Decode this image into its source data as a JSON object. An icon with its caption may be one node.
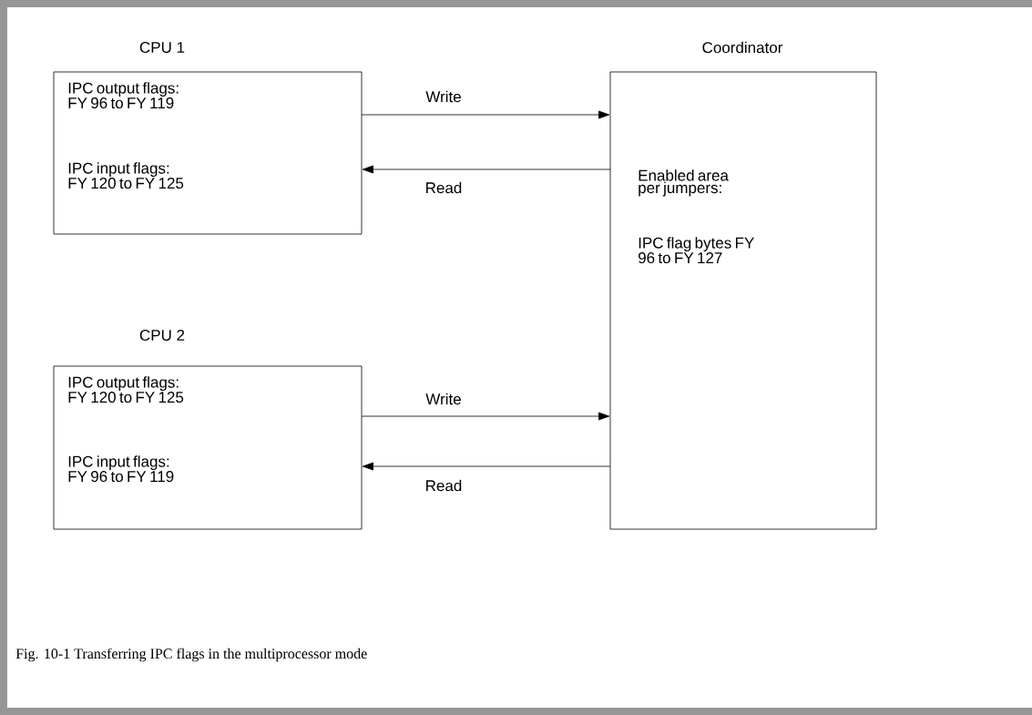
{
  "diagram": {
    "caption": "Fig. 10-1 Transferring IPC flags in the multiprocessor mode",
    "nodes": [
      {
        "text": [
          "CPU 1",
          "IPC output flags: FY 96 to FY 119",
          "IPC input flags: FY 120 to FY 125"
        ]
      },
      {
        "text": [
          "CPU 2",
          "IPC output flags: FY 120 to FY 125",
          "IPC input flags: FY 96 to FY 119"
        ]
      },
      {
        "text": [
          "Coordinator",
          "Enabled area per jumpers:",
          "IPC flag bytes FY 96 to FY 127"
        ]
      }
    ],
    "edges": [
      {
        "from": 0,
        "to": 2,
        "arrow": "to",
        "label": "Write"
      },
      {
        "from": 2,
        "to": 0,
        "arrow": "to",
        "label": "Read"
      },
      {
        "from": 1,
        "to": 2,
        "arrow": "to",
        "label": "Write"
      },
      {
        "from": 2,
        "to": 1,
        "arrow": "to",
        "label": "Read"
      }
    ]
  }
}
